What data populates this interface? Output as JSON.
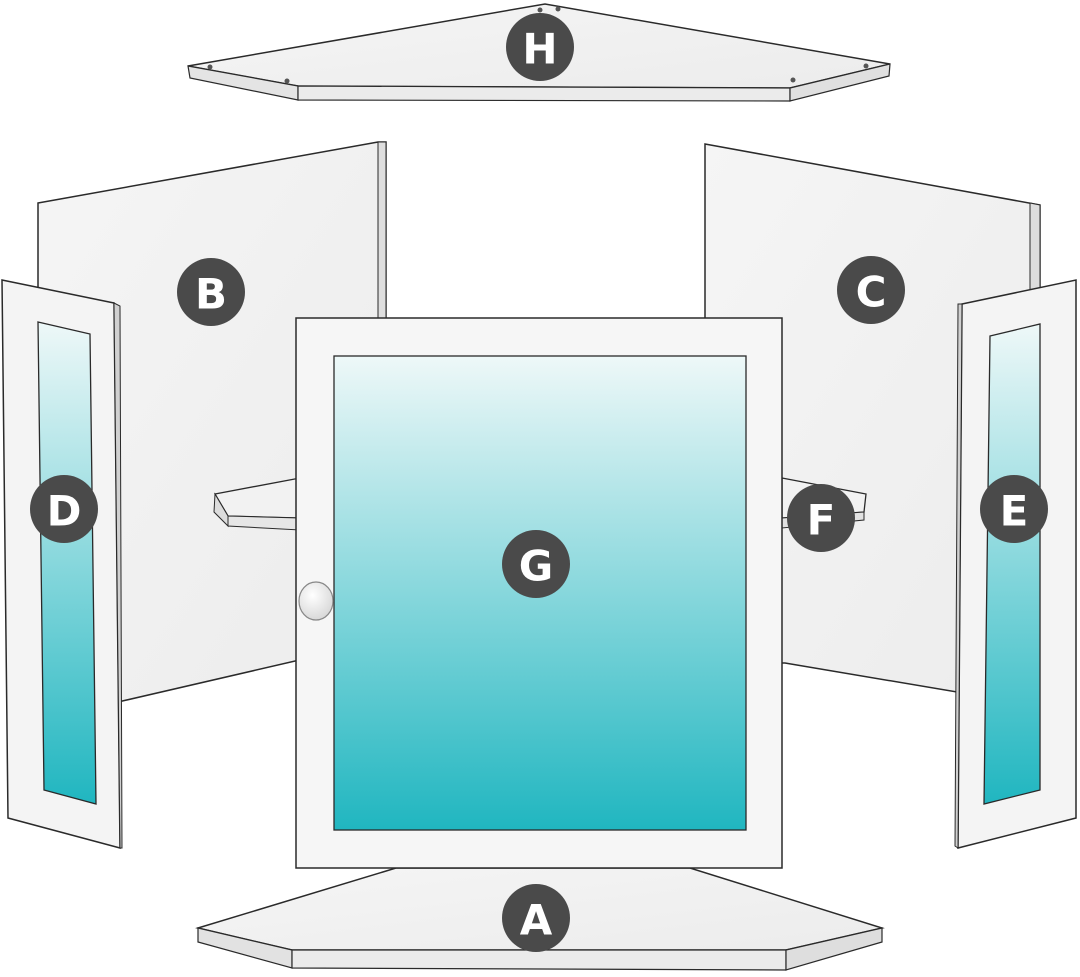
{
  "colors": {
    "panel": "#f1f1f1",
    "panel_edge": "#dcdcdc",
    "outline": "#2a2a2a",
    "glass_top": "#eef8f8",
    "glass_bottom": "#20b6c0",
    "badge": "#4a4a4a",
    "badge_text": "#ffffff",
    "knob": "#f4f4f4"
  },
  "parts": {
    "a": {
      "label": "A"
    },
    "b": {
      "label": "B"
    },
    "c": {
      "label": "C"
    },
    "d": {
      "label": "D"
    },
    "e": {
      "label": "E"
    },
    "f": {
      "label": "F"
    },
    "g": {
      "label": "G"
    },
    "h": {
      "label": "H"
    }
  }
}
